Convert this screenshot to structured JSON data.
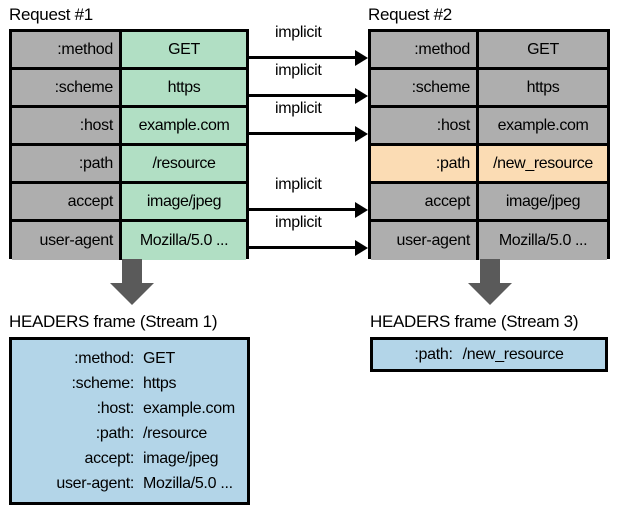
{
  "colors": {
    "header_gray": "#aeaeae",
    "value_green": "#b1dfc4",
    "changed_orange": "#fbdcb4",
    "frame_blue": "#b3d5e8",
    "arrow_gray": "#5a5a5a",
    "outline_black": "#000000",
    "background": "#ffffff"
  },
  "request1": {
    "caption": "Request #1",
    "rows": [
      {
        "name": ":method",
        "value": "GET"
      },
      {
        "name": ":scheme",
        "value": "https"
      },
      {
        "name": ":host",
        "value": "example.com"
      },
      {
        "name": ":path",
        "value": "/resource"
      },
      {
        "name": "accept",
        "value": "image/jpeg"
      },
      {
        "name": "user-agent",
        "value": "Mozilla/5.0 ..."
      }
    ]
  },
  "request2": {
    "caption": "Request #2",
    "rows": [
      {
        "name": ":method",
        "value": "GET",
        "changed": false
      },
      {
        "name": ":scheme",
        "value": "https",
        "changed": false
      },
      {
        "name": ":host",
        "value": "example.com",
        "changed": false
      },
      {
        "name": ":path",
        "value": "/new_resource",
        "changed": true
      },
      {
        "name": "accept",
        "value": "image/jpeg",
        "changed": false
      },
      {
        "name": "user-agent",
        "value": "Mozilla/5.0 ...",
        "changed": false
      }
    ]
  },
  "implicit_arrows": [
    {
      "label": "implicit",
      "row": ":method"
    },
    {
      "label": "implicit",
      "row": ":scheme"
    },
    {
      "label": "implicit",
      "row": ":host"
    },
    {
      "label": "implicit",
      "row": "accept"
    },
    {
      "label": "implicit",
      "row": "user-agent"
    }
  ],
  "frame1": {
    "caption": "HEADERS frame (Stream 1)",
    "lines": [
      {
        "name": ":method:",
        "value": "GET"
      },
      {
        "name": ":scheme:",
        "value": "https"
      },
      {
        "name": ":host:",
        "value": "example.com"
      },
      {
        "name": ":path:",
        "value": "/resource"
      },
      {
        "name": "accept:",
        "value": "image/jpeg"
      },
      {
        "name": "user-agent:",
        "value": "Mozilla/5.0 ..."
      }
    ]
  },
  "frame3": {
    "caption": "HEADERS frame (Stream 3)",
    "lines": [
      {
        "name": ":path:",
        "value": "/new_resource"
      }
    ]
  }
}
